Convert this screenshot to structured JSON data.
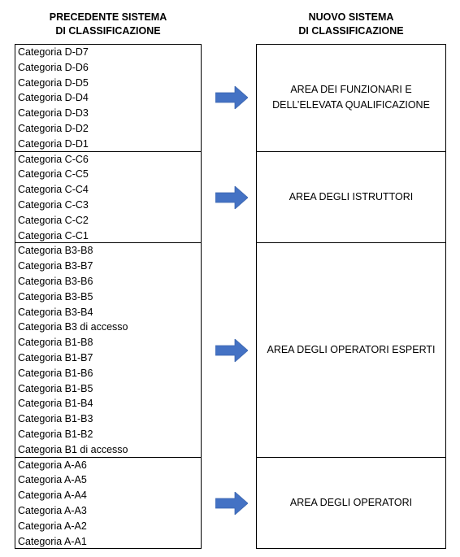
{
  "headers": {
    "left_line1": "PRECEDENTE SISTEMA",
    "left_line2": "DI CLASSIFICAZIONE",
    "right_line1": "NUOVO SISTEMA",
    "right_line2": "DI CLASSIFICAZIONE"
  },
  "groups": [
    {
      "old_items": [
        "Categoria D-D7",
        "Categoria D-D6",
        "Categoria D-D5",
        "Categoria D-D4",
        "Categoria D-D3",
        "Categoria D-D2",
        "Categoria D-D1"
      ],
      "new_lines": [
        "AREA DEI FUNZIONARI E",
        "DELL’ELEVATA QUALIFICAZIONE"
      ]
    },
    {
      "old_items": [
        "Categoria C-C6",
        "Categoria C-C5",
        "Categoria C-C4",
        "Categoria C-C3",
        "Categoria C-C2",
        "Categoria C-C1"
      ],
      "new_lines": [
        "AREA DEGLI ISTRUTTORI"
      ]
    },
    {
      "old_items": [
        "Categoria B3-B8",
        "Categoria B3-B7",
        "Categoria B3-B6",
        "Categoria B3-B5",
        "Categoria B3-B4",
        "Categoria B3 di accesso",
        "Categoria B1-B8",
        "Categoria B1-B7",
        "Categoria B1-B6",
        "Categoria B1-B5",
        "Categoria B1-B4",
        "Categoria B1-B3",
        "Categoria B1-B2",
        "Categoria B1 di accesso"
      ],
      "new_lines": [
        "AREA DEGLI OPERATORI ESPERTI"
      ]
    },
    {
      "old_items": [
        "Categoria A-A6",
        "Categoria A-A5",
        "Categoria A-A4",
        "Categoria A-A3",
        "Categoria A-A2",
        "Categoria A-A1"
      ],
      "new_lines": [
        "AREA DEGLI OPERATORI"
      ]
    }
  ],
  "colors": {
    "arrow": "#4472C4",
    "border": "#000000"
  }
}
